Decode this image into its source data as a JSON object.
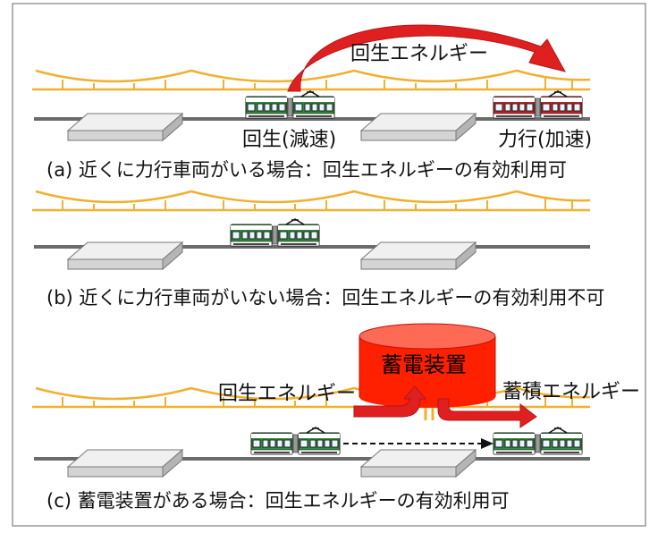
{
  "panel_a": {
    "regen_energy_label": "回生エネルギー",
    "regen_train_label": "回生(減速)",
    "power_train_label": "力行(加速)",
    "caption": "(a) 近くに力行車両がいる場合：回生エネルギーの有効利用可"
  },
  "panel_b": {
    "caption": "(b) 近くに力行車両がいない場合：回生エネルギーの有効利用不可"
  },
  "panel_c": {
    "storage_label": "蓄電装置",
    "regen_energy_label": "回生エネルギー",
    "stored_energy_label": "蓄積エネルギー",
    "caption": "(c) 蓄電装置がある場合：回生エネルギーの有効利用可"
  },
  "colors": {
    "catenary": "#f0b030",
    "rail": "#6b6b6b",
    "platform_top": "#f0f0f0",
    "platform_side": "#b5b5b5",
    "train_green": "#2e8b3a",
    "train_red": "#cc1f1f",
    "energy_arrow": "#e02020",
    "storage_fill": "#ff2000",
    "storage_top": "#ff6a55"
  }
}
